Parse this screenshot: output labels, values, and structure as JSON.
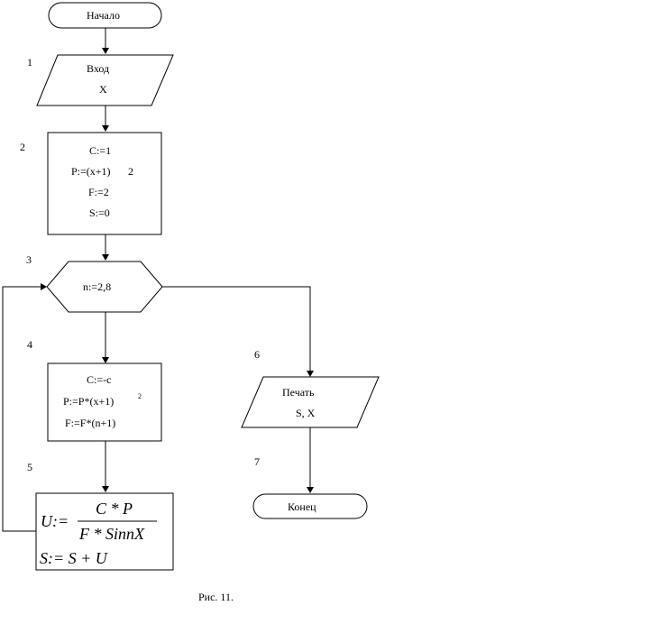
{
  "blocks": {
    "start": {
      "label": "Начало"
    },
    "input": {
      "number": "1",
      "line1": "Вход",
      "line2": "X"
    },
    "init": {
      "number": "2",
      "side": "2",
      "lines": [
        "C:=1",
        "P:=(x+1)",
        "F:=2",
        "S:=0"
      ]
    },
    "loop": {
      "number": "3",
      "label": "n:=2,8"
    },
    "body": {
      "number": "4",
      "side": "2",
      "lines": [
        "C:=-c",
        "P:=P*(x+1)",
        "F:=F*(n+1)"
      ]
    },
    "calc": {
      "number": "5",
      "u_lhs": "U:=",
      "numerator": "C * P",
      "denominator": "F * SinnX",
      "s_line": "S:= S + U"
    },
    "print": {
      "number": "6",
      "line1": "Печать",
      "line2": "S, X"
    },
    "end": {
      "number": "7",
      "label": "Конец"
    }
  },
  "caption": "Рис. 11."
}
